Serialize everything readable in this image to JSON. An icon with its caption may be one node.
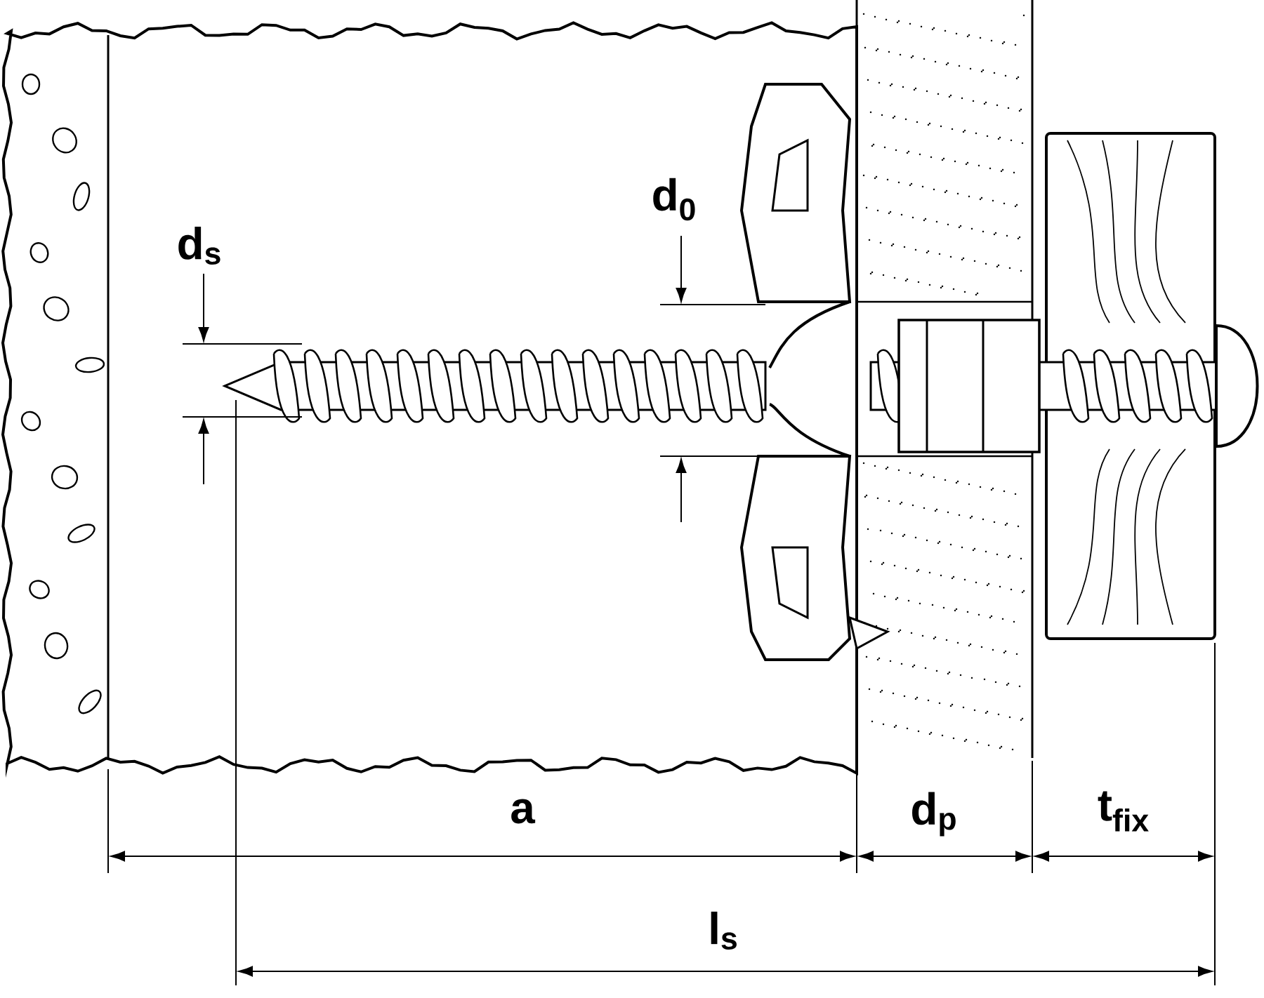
{
  "diagram": {
    "labels": [
      "d$_{s}$",
      "d$_{0}$",
      "a",
      "d$_{p}$",
      "t$_{fix}$",
      "l$_{s}$"
    ]
  }
}
